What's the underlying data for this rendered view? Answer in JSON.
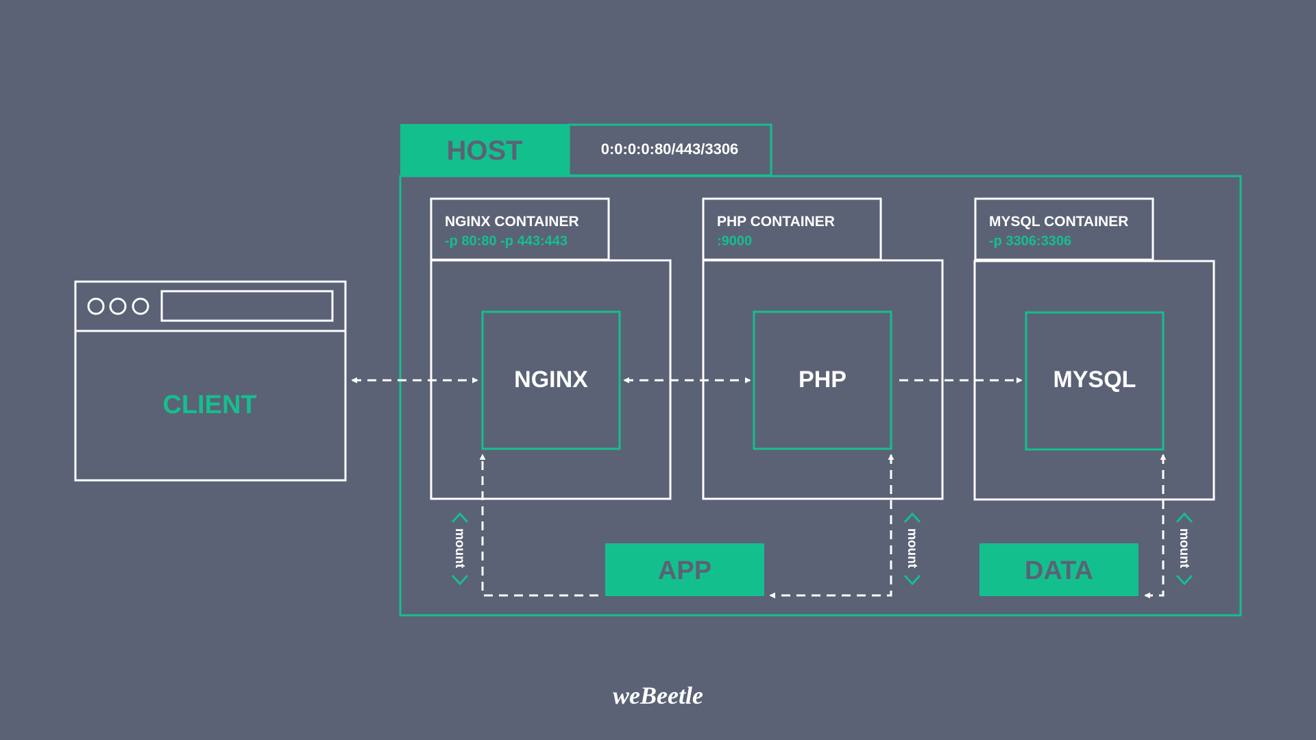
{
  "colors": {
    "background": "#5b6275",
    "accent": "#14bf8e",
    "line": "#ffffff",
    "dark_text": "#5b6275"
  },
  "client": {
    "label": "CLIENT",
    "icon": "browser-window-icon"
  },
  "host": {
    "label": "HOST",
    "address": "0:0:0:0:80/443/3306"
  },
  "containers": [
    {
      "title": "NGINX CONTAINER",
      "ports": "-p 80:80 -p 443:443",
      "service": "NGINX"
    },
    {
      "title": "PHP CONTAINER",
      "ports": ":9000",
      "service": "PHP"
    },
    {
      "title": "MYSQL CONTAINER",
      "ports": "-p 3306:3306",
      "service": "MYSQL"
    }
  ],
  "volumes": {
    "app": "APP",
    "data": "DATA"
  },
  "mount_label": "mount",
  "brand": "weBeetle"
}
